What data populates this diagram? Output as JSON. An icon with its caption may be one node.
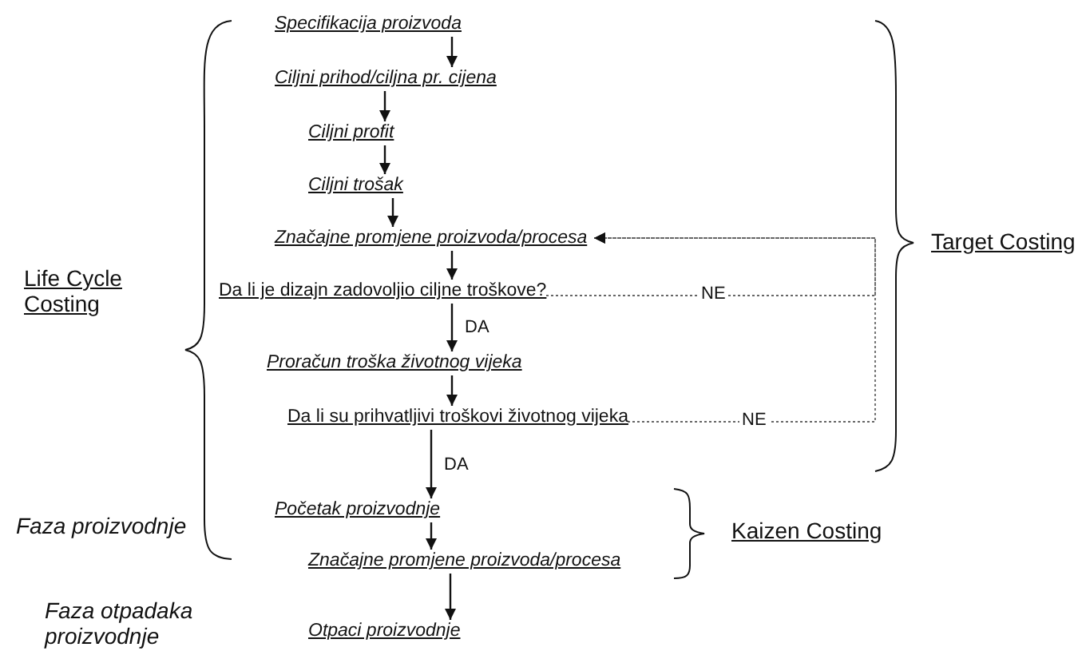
{
  "diagram": {
    "nodes": [
      {
        "text": [
          "Specifikacija proizvoda"
        ]
      },
      {
        "text": [
          "Ciljni prihod/ciljna pr. cijena"
        ]
      },
      {
        "text": [
          "Ciljni profit"
        ]
      },
      {
        "text": [
          "Ciljni trošak"
        ]
      },
      {
        "text": [
          "Značajne promjene proizvoda/procesa"
        ]
      },
      {
        "text": [
          "Da li je dizajn zadovoljio ciljne troškove?"
        ]
      },
      {
        "text": [
          "Proračun troška životnog vijeka"
        ]
      },
      {
        "text": [
          "Da li su prihvatljivi troškovi životnog vijeka"
        ]
      },
      {
        "text": [
          "Početak proizvodnje"
        ]
      },
      {
        "text": [
          "Značajne promjene proizvoda/procesa"
        ]
      },
      {
        "text": [
          "Otpaci proizvodnje"
        ]
      }
    ],
    "edges": [
      {
        "from": 0,
        "to": 1,
        "arrow": "to"
      },
      {
        "from": 1,
        "to": 2,
        "arrow": "to"
      },
      {
        "from": 2,
        "to": 3,
        "arrow": "to"
      },
      {
        "from": 3,
        "to": 4,
        "arrow": "to"
      },
      {
        "from": 4,
        "to": 5,
        "arrow": "to"
      },
      {
        "from": 5,
        "to": 6,
        "arrow": "to",
        "label": "DA"
      },
      {
        "from": 6,
        "to": 7,
        "arrow": "to"
      },
      {
        "from": 7,
        "to": 8,
        "arrow": "to",
        "label": "DA"
      },
      {
        "from": 8,
        "to": 9,
        "arrow": "to"
      },
      {
        "from": 9,
        "to": 10,
        "arrow": "to"
      },
      {
        "from": 5,
        "to": 4,
        "arrow": "to",
        "label": "NE",
        "style": "dashed"
      },
      {
        "from": 7,
        "to": 4,
        "arrow": "to",
        "label": "NE",
        "style": "dashed"
      }
    ],
    "labels": [
      "Target Costing",
      "Life Cycle Costing",
      "Kaizen Costing",
      "Faza proizvodnje",
      "Faza otpadaka proizvodnje"
    ]
  }
}
